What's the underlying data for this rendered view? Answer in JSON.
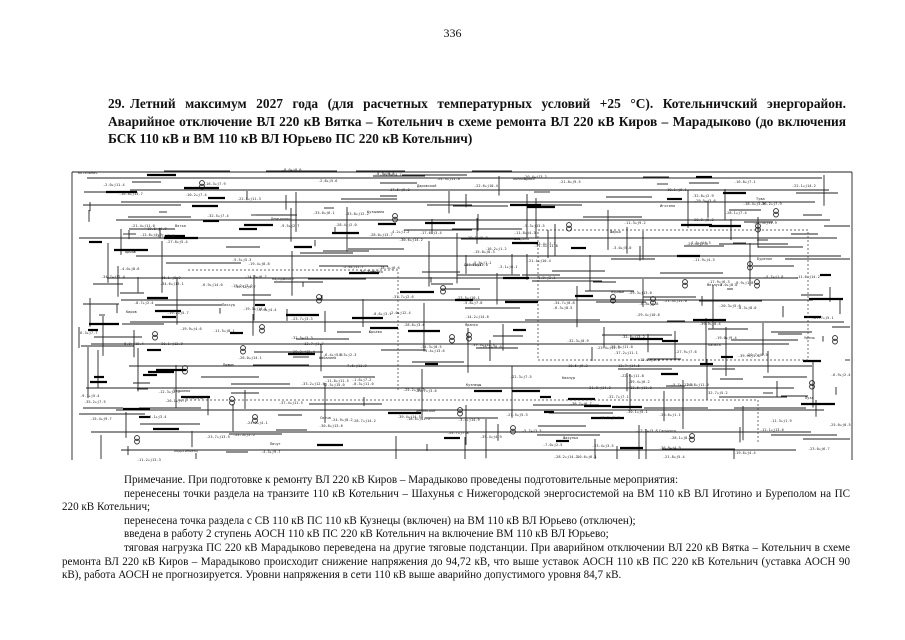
{
  "page_number": "336",
  "heading": {
    "number": "29.",
    "text": "Летний максимум 2027 года (для расчетных температурных условий +25 °С). Котельничский энергорайон. Аварийное отключение ВЛ 220 кВ Вятка – Котельнич в схеме ремонта ВЛ 220 кВ Киров – Марадыково (до включения БСК 110 кВ и ВМ 110 кВ ВЛ Юрьево ПС 220 кВ Котельнич)"
  },
  "diagram": {
    "labels": [
      "Котельнич",
      "Вятка",
      "Марадыково",
      "Юрьево",
      "Кузнецы",
      "Шахунья",
      "Иготино",
      "Бурепол",
      "Киров",
      "Пижма",
      "Свеча",
      "Даровской",
      "Опарино",
      "Мураши",
      "Лальск",
      "Луза",
      "Подосиновец",
      "Демьяново",
      "Советск",
      "Яранск",
      "Кикнур",
      "Санчурск",
      "Тужа",
      "Арбаж",
      "Пиксур",
      "Шабалино",
      "Ленинское",
      "Поназырево",
      "Шарья",
      "Ветлуга",
      "Урень",
      "Тоншаево",
      "Пичуг",
      "Кузьмино",
      "Осиновка"
    ]
  },
  "notes": {
    "header": "Примечание. При подготовке к ремонту ВЛ 220 кВ Киров – Марадыково проведены подготовительные мероприятия:",
    "items": [
      "перенесены точки раздела на транзите 110 кВ Котельнич – Шахунья с Нижегородской энергосистемой на ВМ 110 кВ ВЛ Иготино и Буреполом на ПС 220 кВ Котельнич;",
      "перенесена точка раздела с СВ 110 кВ ПС 110 кВ Кузнецы (включен) на ВМ 110 кВ ВЛ Юрьево (отключен);",
      "введена в работу 2 ступень АОСН 110 кВ ПС 220 кВ Котельнич на включение ВМ 110 кВ ВЛ Юрьево;",
      "тяговая нагрузка ПС 220 кВ Марадыково переведена на другие тяговые подстанции. При аварийном отключении ВЛ 220 кВ Вятка – Котельнич в схеме ремонта ВЛ 220 кВ Киров – Марадыково происходит снижение напряжения до 94,72 кВ, что выше уставок АОСН 110 кВ ПС 220 кВ Котельнич (уставка АОСН 90 кВ), работа АОСН не прогнозируется. Уровни напряжения в сети 110 кВ выше аварийно допустимого уровня 84,7 кВ."
    ]
  }
}
